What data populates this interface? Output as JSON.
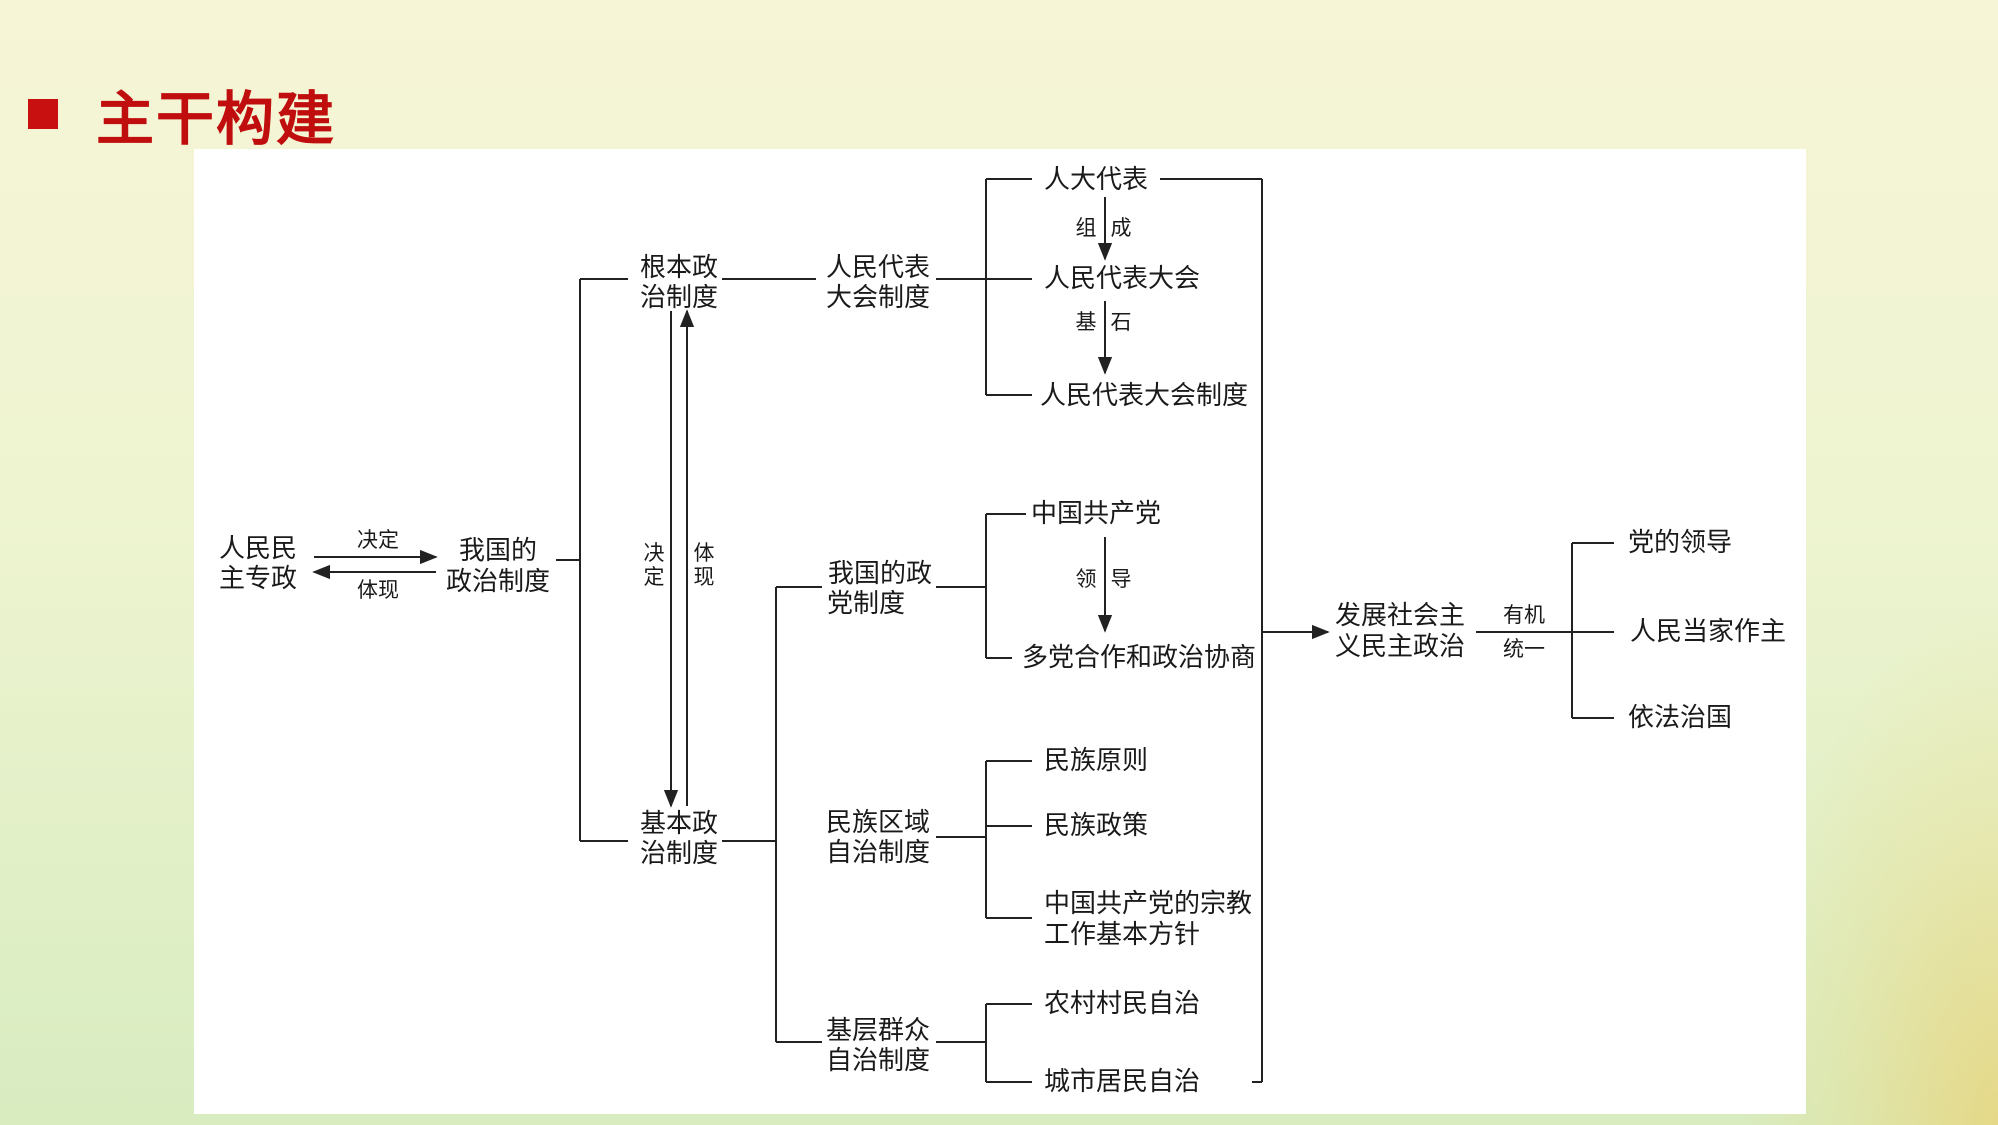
{
  "slide_title": "主干构建",
  "nodes": {
    "people_democratic_dictatorship": [
      "人民民",
      "主专政"
    ],
    "political_system": [
      "我国的",
      "政治制度"
    ],
    "fundamental_system": [
      "根本政",
      "治制度"
    ],
    "basic_system": [
      "基本政",
      "治制度"
    ],
    "npc_system_short": [
      "人民代表",
      "大会制度"
    ],
    "npc_deputies": "人大代表",
    "npc": "人民代表大会",
    "npc_system": "人民代表大会制度",
    "party_system": [
      "我国的政",
      "党制度"
    ],
    "cpc": "中国共产党",
    "multiparty": "多党合作和政治协商",
    "ethnic_autonomy": [
      "民族区域",
      "自治制度"
    ],
    "ethnic_principle": "民族原则",
    "ethnic_policy": "民族政策",
    "religion_policy": [
      "中国共产党的宗教",
      "工作基本方针"
    ],
    "grassroots": [
      "基层群众",
      "自治制度"
    ],
    "rural": "农村村民自治",
    "urban": "城市居民自治",
    "socialist_democracy": [
      "发展社会主",
      "义民主政治"
    ],
    "party_leadership": "党的领导",
    "people_masters": "人民当家作主",
    "rule_of_law": "依法治国"
  },
  "edge_labels": {
    "decides": "决定",
    "reflects": "体现",
    "decides_v": [
      "决",
      "定"
    ],
    "reflects_v": [
      "体",
      "现"
    ],
    "compose": [
      "组",
      "成"
    ],
    "foundation": [
      "基",
      "石"
    ],
    "lead": [
      "领",
      "导"
    ],
    "organic_unity": [
      "有机",
      "统一"
    ]
  },
  "colors": {
    "title": "#c00d0d",
    "square": "#c81010",
    "line": "#222222"
  }
}
